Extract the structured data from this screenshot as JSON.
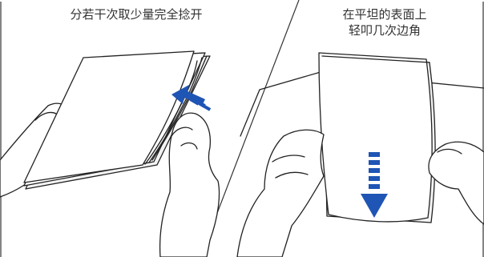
{
  "steps": [
    {
      "caption": "分若干次取少量完全捻开"
    },
    {
      "caption_line1": "在平坦的表面上",
      "caption_line2": "轻叩几次边角"
    }
  ],
  "colors": {
    "arrow": "#1f55b4",
    "outline": "#222222",
    "paper": "#ffffff"
  },
  "icons": {
    "step1_arrow": "arrow-up-left-icon",
    "step2_arrow": "arrow-down-icon"
  }
}
